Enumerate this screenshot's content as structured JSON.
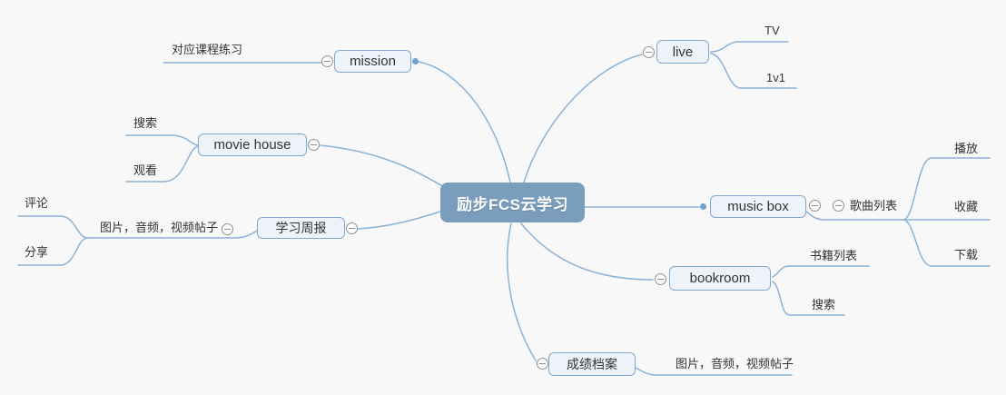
{
  "mindmap": {
    "root": {
      "label": "励步FCS云学习"
    },
    "branches": [
      {
        "label": "mission",
        "children": [
          {
            "label": "对应课程练习"
          }
        ]
      },
      {
        "label": "movie house",
        "children": [
          {
            "label": "搜索"
          },
          {
            "label": "观看"
          }
        ]
      },
      {
        "label": "学习周报",
        "children": [
          {
            "label": "图片，音频，视频帖子",
            "children": [
              {
                "label": "评论"
              },
              {
                "label": "分享"
              }
            ]
          }
        ]
      },
      {
        "label": "live",
        "children": [
          {
            "label": "TV"
          },
          {
            "label": "1v1"
          }
        ]
      },
      {
        "label": "music box",
        "children": [
          {
            "label": "歌曲列表",
            "children": [
              {
                "label": "播放"
              },
              {
                "label": "收藏"
              },
              {
                "label": "下载"
              }
            ]
          }
        ]
      },
      {
        "label": "bookroom",
        "children": [
          {
            "label": "书籍列表"
          },
          {
            "label": "搜索"
          }
        ]
      },
      {
        "label": "成绩档案",
        "children": [
          {
            "label": "图片，音频，视频帖子"
          }
        ]
      }
    ],
    "colors": {
      "background": "#f8f8f8",
      "branch_line": "#8cb2d5",
      "root_fill": "#7b9dbd",
      "root_text": "#ffffff",
      "topic_fill": "#eef3f9",
      "topic_border": "#7fa8cf",
      "topic_text": "#333333",
      "collapse_icon": "#909090",
      "connector_dot": "#74a2cb"
    }
  }
}
